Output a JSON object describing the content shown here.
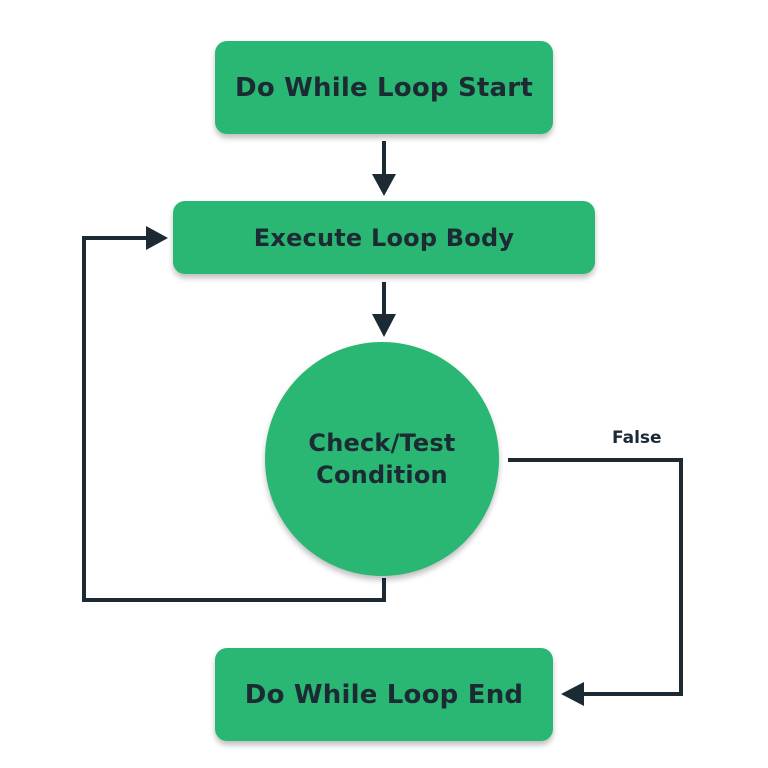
{
  "diagram": {
    "nodes": {
      "start": "Do While Loop Start",
      "body": "Execute Loop Body",
      "check_line1": "Check/Test",
      "check_line2": "Condition",
      "end": "Do While Loop End"
    },
    "edges": {
      "false_label": "False"
    }
  },
  "colors": {
    "node_fill": "#2ab673",
    "text": "#1c2b33",
    "connector": "#1c2b33"
  }
}
